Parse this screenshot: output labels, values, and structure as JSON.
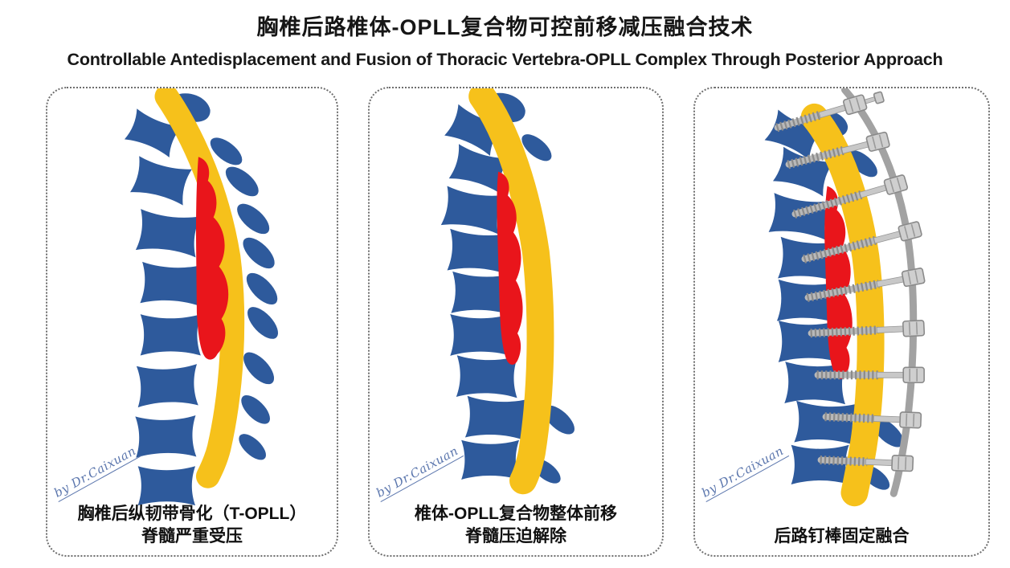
{
  "header": {
    "title_zh": "胸椎后路椎体-OPLL复合物可控前移减压融合技术",
    "subtitle_en": "Controllable Antedisplacement and Fusion of Thoracic Vertebra-OPLL Complex Through Posterior Approach"
  },
  "panels": [
    {
      "caption_line1": "胸椎后纵韧带骨化（T-OPLL）",
      "caption_line2": "脊髓严重受压",
      "signature": "by Dr.Caixuan"
    },
    {
      "caption_line1": "椎体-OPLL复合物整体前移",
      "caption_line2": "脊髓压迫解除",
      "signature": "by Dr.Caixuan"
    },
    {
      "caption_line1": "后路钉棒固定融合",
      "signature": "by Dr.Caixuan"
    }
  ],
  "legend_semantics": {
    "vertebra_blue": "#2E5A9C",
    "spinal_cord_yellow": "#F6C11B",
    "opll_red": "#E9151B",
    "implant_gray": "#A2A2A2",
    "panel_border": "#6E6E6E",
    "text_color": "#161616",
    "signature_color": "#5B76AD"
  }
}
